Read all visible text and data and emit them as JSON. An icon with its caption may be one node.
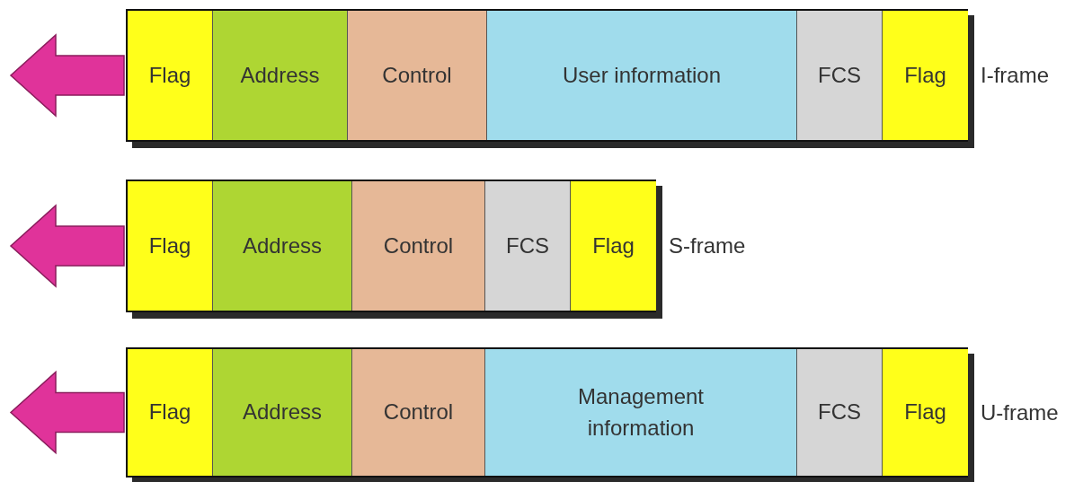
{
  "diagram": {
    "nodes": [
      {
        "text": [
          "I-frame"
        ]
      },
      {
        "text": [
          "Flag"
        ],
        "in": 0
      },
      {
        "text": [
          "Address"
        ],
        "in": 0
      },
      {
        "text": [
          "Control"
        ],
        "in": 0
      },
      {
        "text": [
          "User information"
        ],
        "in": 0
      },
      {
        "text": [
          "FCS"
        ],
        "in": 0
      },
      {
        "text": [
          "Flag"
        ],
        "in": 0
      },
      {
        "text": [
          "S-frame"
        ]
      },
      {
        "text": [
          "Flag"
        ],
        "in": 7
      },
      {
        "text": [
          "Address"
        ],
        "in": 7
      },
      {
        "text": [
          "Control"
        ],
        "in": 7
      },
      {
        "text": [
          "FCS"
        ],
        "in": 7
      },
      {
        "text": [
          "Flag"
        ],
        "in": 7
      },
      {
        "text": [
          "U-frame"
        ]
      },
      {
        "text": [
          "Flag"
        ],
        "in": 13
      },
      {
        "text": [
          "Address"
        ],
        "in": 13
      },
      {
        "text": [
          "Control"
        ],
        "in": 13
      },
      {
        "text": [
          "Management information"
        ],
        "in": 13
      },
      {
        "text": [
          "FCS"
        ],
        "in": 13
      },
      {
        "text": [
          "Flag"
        ],
        "in": 13
      }
    ]
  }
}
